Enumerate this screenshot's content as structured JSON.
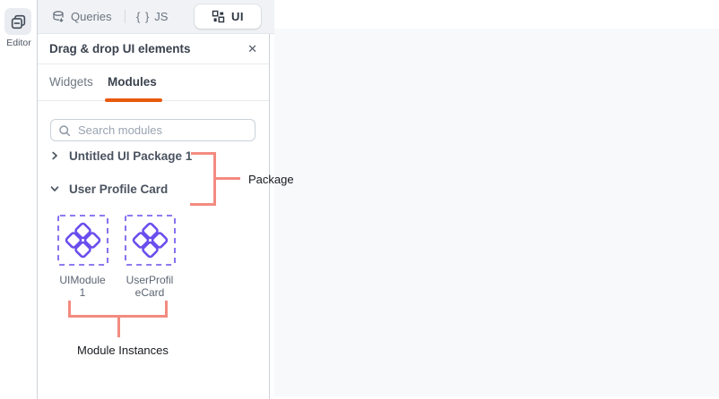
{
  "sidebar": {
    "editor_label": "Editor",
    "editor_icon": "editor-pages-icon"
  },
  "tabbar": {
    "queries_label": "Queries",
    "queries_icon": "database-icon",
    "js_braces": "{ }",
    "js_label": "JS",
    "ui_label": "UI",
    "ui_icon": "ui-grid-icon",
    "active_tab": "UI"
  },
  "panel": {
    "title": "Drag & drop UI elements",
    "close_glyph": "✕",
    "widgets_tab": "Widgets",
    "modules_tab": "Modules",
    "active_tab": "Modules",
    "search_placeholder": "Search modules",
    "packages": [
      {
        "name": "Untitled UI Package 1",
        "expanded": false
      },
      {
        "name": "User Profile Card",
        "expanded": true,
        "modules": [
          {
            "name": "UIModule 1",
            "icon": "module-diamonds-icon"
          },
          {
            "name": "UserProfileCard",
            "icon": "module-diamonds-icon"
          }
        ]
      }
    ]
  },
  "annotations": {
    "package_label": "Package",
    "module_instances_label": "Module Instances"
  },
  "colors": {
    "accent_orange": "#e8590c",
    "module_purple": "#6a4ded",
    "annotation_salmon": "#f38b80",
    "canvas_bg": "#f8f9fb"
  }
}
